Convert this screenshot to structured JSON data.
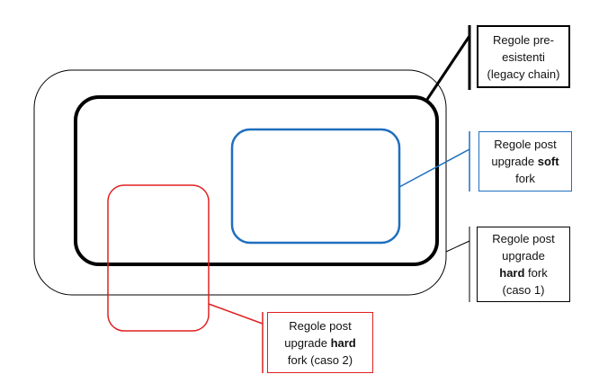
{
  "diagram": {
    "colors": {
      "legacy": "#000000",
      "soft": "#1f6fbf",
      "hard_case1": "#000000",
      "hard_case2": "#e02020"
    },
    "labels": {
      "legacy": {
        "line1": "Regole pre-",
        "line2": "esistenti",
        "line3": "(legacy chain)"
      },
      "soft": {
        "line1": "Regole post",
        "line2_pre": "upgrade ",
        "line2_bold": "soft",
        "line3": "fork"
      },
      "hard_case1": {
        "line1": "Regole post",
        "line2": "upgrade",
        "line3_bold": "hard",
        "line3_post": " fork",
        "line4": "(caso 1)"
      },
      "hard_case2": {
        "line1": "Regole post",
        "line2_pre": "upgrade ",
        "line2_bold": "hard",
        "line3": "fork (caso 2)"
      }
    }
  }
}
